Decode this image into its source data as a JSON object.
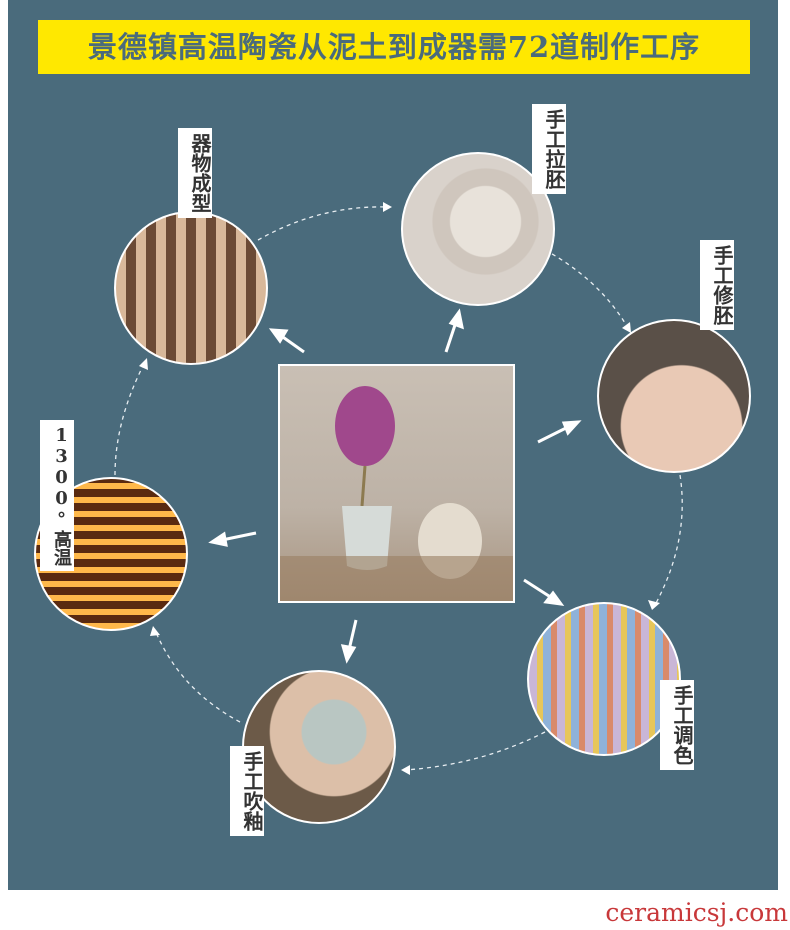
{
  "title": "景德镇高温陶瓷从泥土到成器需72道制作工序",
  "steps": [
    {
      "label": "器物成型"
    },
    {
      "label": "手工拉胚"
    },
    {
      "label": "手工修胚"
    },
    {
      "label": "手工调色"
    },
    {
      "label": "手工吹釉"
    },
    {
      "label": "1300°高温"
    }
  ],
  "footer": "ceramicsj.com"
}
